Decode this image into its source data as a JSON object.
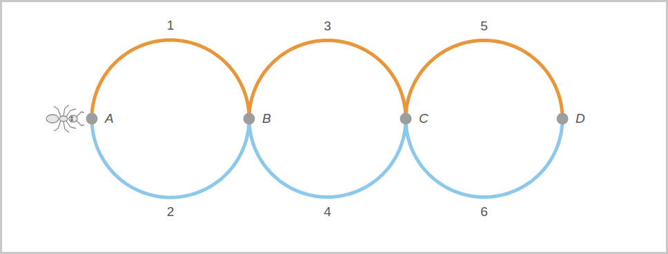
{
  "diagram": {
    "nodes": [
      {
        "text": [
          "A"
        ]
      },
      {
        "text": [
          "B"
        ]
      },
      {
        "text": [
          "C"
        ]
      },
      {
        "text": [
          "D"
        ]
      }
    ],
    "edges": [
      {
        "from": 0,
        "to": 1,
        "arrow": "none",
        "label": "1"
      },
      {
        "from": 0,
        "to": 1,
        "arrow": "none",
        "label": "2"
      },
      {
        "from": 1,
        "to": 2,
        "arrow": "none",
        "label": "3"
      },
      {
        "from": 1,
        "to": 2,
        "arrow": "none",
        "label": "4"
      },
      {
        "from": 2,
        "to": 3,
        "arrow": "none",
        "label": "5"
      },
      {
        "from": 2,
        "to": 3,
        "arrow": "none",
        "label": "6"
      }
    ]
  }
}
